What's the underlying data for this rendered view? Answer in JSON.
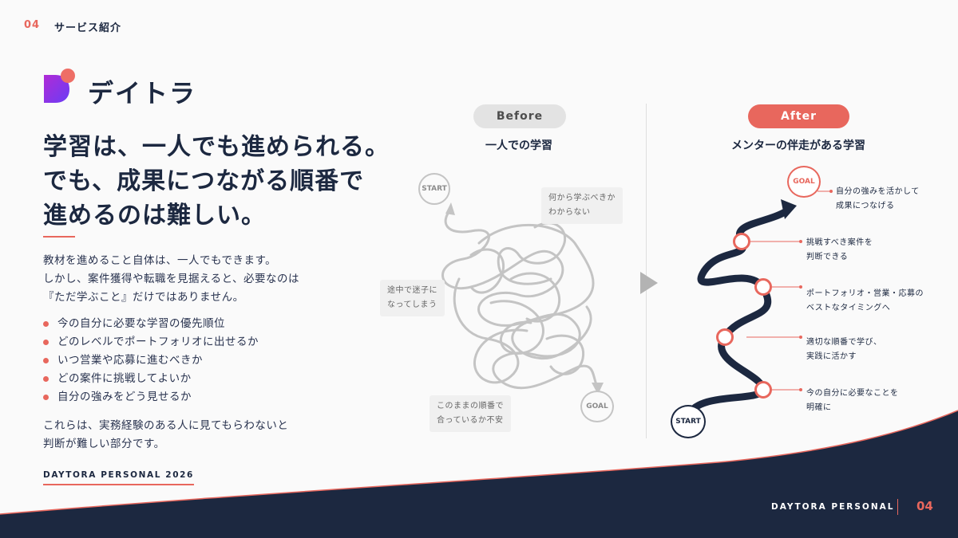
{
  "header": {
    "number": "04",
    "title": "サービス紹介"
  },
  "brand": {
    "name": "デイトラ"
  },
  "headline": [
    "学習は、一人でも進められる。",
    "でも、成果につながる順番で",
    "進めるのは難しい。"
  ],
  "intro": [
    "教材を進めること自体は、一人でもできます。",
    "しかし、案件獲得や転職を見据えると、必要なのは",
    "『ただ学ぶこと』だけではありません。"
  ],
  "bullets": [
    "今の自分に必要な学習の優先順位",
    "どのレベルでポートフォリオに出せるか",
    "いつ営業や応募に進むべきか",
    "どの案件に挑戦してよいか",
    "自分の強みをどう見せるか"
  ],
  "closing": [
    "これらは、実務経験のある人に見てもらわないと",
    "判断が難しい部分です。"
  ],
  "footer": {
    "left_label": "DAYTORA PERSONAL 2026",
    "brand": "DAYTORA PERSONAL",
    "page_num": "04"
  },
  "before": {
    "pill": "Before",
    "title": "一人での学習",
    "start": "START",
    "goal": "GOAL",
    "notes": {
      "top": [
        "何から学ぶべきか",
        "わからない"
      ],
      "left": [
        "途中で迷子に",
        "なってしまう"
      ],
      "bottom": [
        "このままの順番で",
        "合っているか不安"
      ]
    }
  },
  "after": {
    "pill": "After",
    "title": "メンターの伴走がある学習",
    "start": "START",
    "goal": "GOAL",
    "goal_label": [
      "自分の強みを活かして",
      "成果につなげる"
    ],
    "steps": [
      [
        "挑戦すべき案件を",
        "判断できる"
      ],
      [
        "ポートフォリオ・営業・応募の",
        "ベストなタイミングへ"
      ],
      [
        "適切な順番で学び、",
        "実践に活かす"
      ],
      [
        "今の自分に必要なことを",
        "明確に"
      ]
    ]
  },
  "colors": {
    "accent": "#e8675d",
    "navy": "#1c2840",
    "purple": "#8a3cf0",
    "gray": "#b3b3b3"
  },
  "icons": {
    "logo": "daytora-logo",
    "arrow": "triangle-right-icon"
  }
}
